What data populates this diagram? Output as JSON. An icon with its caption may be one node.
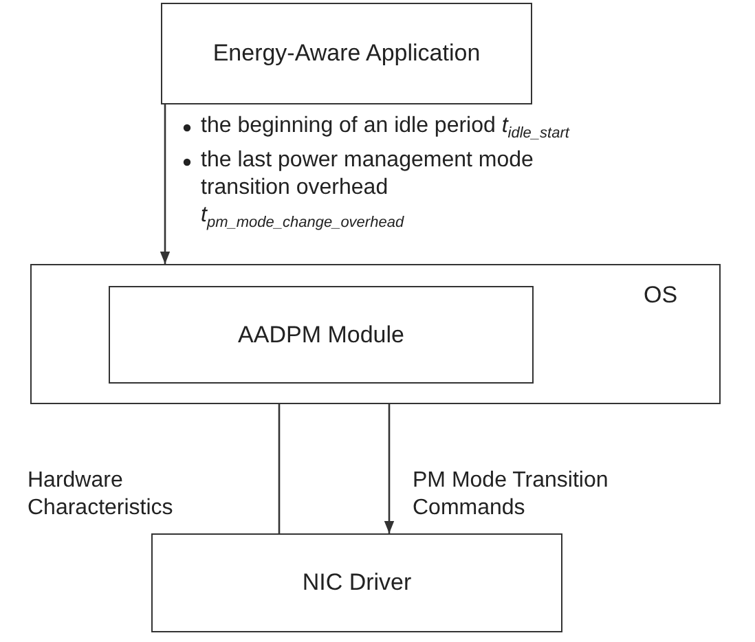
{
  "diagram": {
    "nodes": [
      {
        "text": [
          "Energy-Aware Application"
        ]
      },
      {
        "text": [
          "OS"
        ]
      },
      {
        "text": [
          "AADPM Module"
        ],
        "in": 1
      },
      {
        "text": [
          "NIC Driver"
        ]
      }
    ],
    "edges": [
      {
        "from": 0,
        "to": 1,
        "arrow": "to"
      },
      {
        "from": 2,
        "to": 3,
        "arrow": "to",
        "label": "PM Mode Transition Commands"
      },
      {
        "from": 3,
        "to": 2,
        "arrow": "to",
        "label": "Hardware Characteristics"
      }
    ],
    "labels": [
      "the beginning of an idle period *t*$_{idle_start}$",
      "the last power management mode transition overhead *t*$_{pm_mode_change_overhead}$"
    ]
  }
}
